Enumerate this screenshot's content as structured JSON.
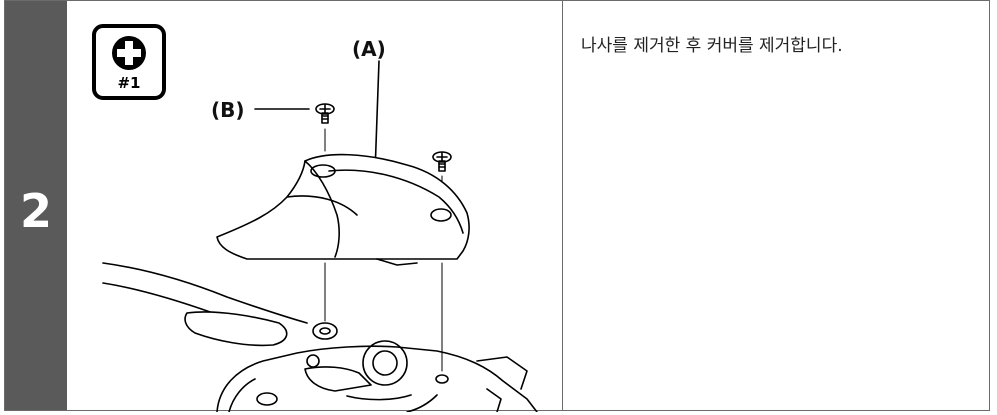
{
  "step": {
    "number": "2"
  },
  "tool": {
    "label": "#1",
    "icon": "phillips-screwdriver-icon"
  },
  "callouts": {
    "a": "(A)",
    "b": "(B)"
  },
  "instruction": "나사를 제거한 후 커버를 제거합니다."
}
